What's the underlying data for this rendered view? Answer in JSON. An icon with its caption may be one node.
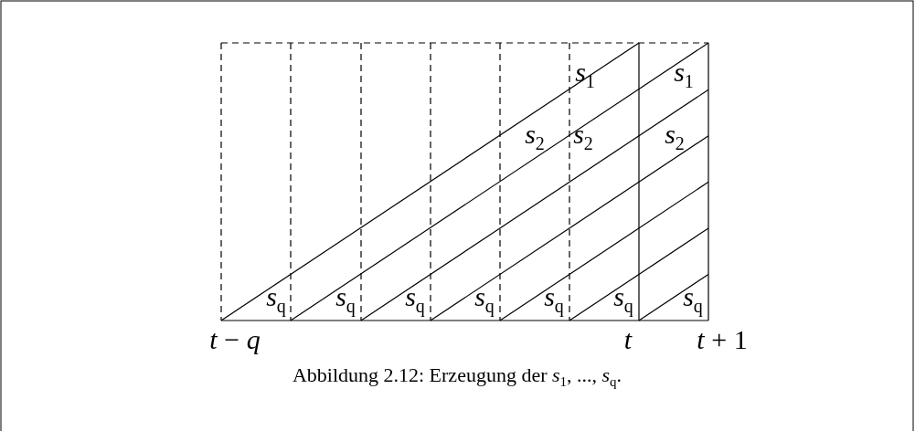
{
  "diagram": {
    "caption": "Abbildung 2.12: Erzeugung der *s*$_{1}$, ..., *s*$_{q}$.",
    "labels": [
      "*s*$_{1}$",
      "*s*$_{1}$",
      "*s*$_{2}$",
      "*s*$_{2}$",
      "*s*$_{2}$",
      "*s*$_{q}$",
      "*s*$_{q}$",
      "*s*$_{q}$",
      "*s*$_{q}$",
      "*s*$_{q}$",
      "*s*$_{q}$",
      "*s*$_{q}$",
      "*t* − *q*",
      "*t*",
      "*t* + 1"
    ]
  }
}
